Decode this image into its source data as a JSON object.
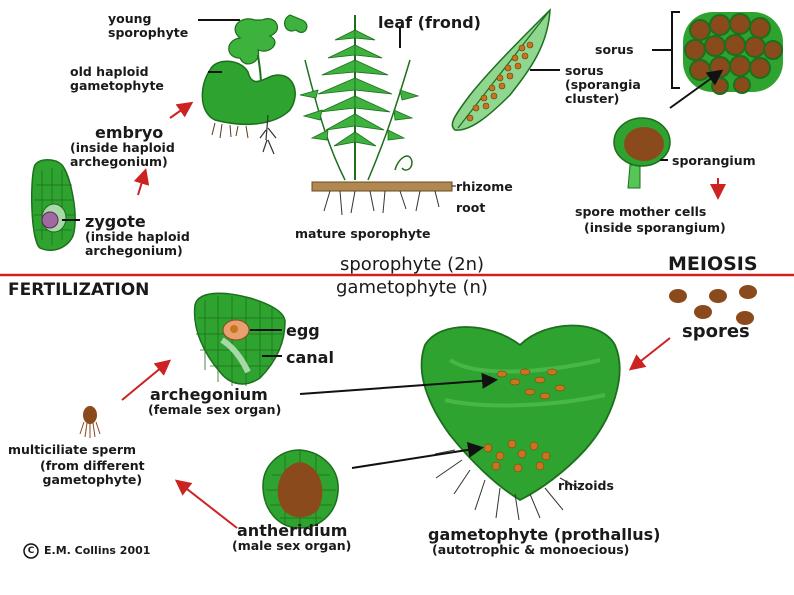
{
  "labels": {
    "young_sporophyte": "young\nsporophyte",
    "old_haploid_gametophyte": "old haploid\ngametophyte",
    "embryo": "embryo",
    "embryo_sub": "(inside haploid\narchegonium)",
    "zygote": "zygote",
    "zygote_sub": "(inside haploid\narchegonium)",
    "leaf_frond": "leaf (frond)",
    "sorus_top": "sorus",
    "sorus_cluster": "sorus\n(sporangia\ncluster)",
    "sporangium": "sporangium",
    "spore_mother_cells": "spore mother cells",
    "spore_mother_cells_sub": "(inside sporangium)",
    "rhizome": "rhizome",
    "root": "root",
    "mature_sporophyte": "mature sporophyte",
    "sporophyte_2n": "sporophyte (2n)",
    "gametophyte_n": "gametophyte (n)",
    "meiosis": "MEIOSIS",
    "fertilization": "FERTILIZATION",
    "egg": "egg",
    "canal": "canal",
    "archegonium": "archegonium",
    "archegonium_sub": "(female sex organ)",
    "spores": "spores",
    "multiciliate_sperm": "multiciliate sperm",
    "sperm_sub": "(from different\ngametophyte)",
    "rhizoids": "rhizoids",
    "antheridium": "antheridium",
    "antheridium_sub": "(male sex organ)",
    "gametophyte_prothallus": "gametophyte (prothallus)",
    "gametophyte_sub": "(autotrophic & monoecious)",
    "copyright": "E.M. Collins 2001",
    "copyright_symbol": "C"
  },
  "colors": {
    "green": "#2fa32f",
    "dark_green": "#1d6e1d",
    "light_green": "#58c558",
    "brown": "#8b4a1c",
    "orange": "#c9741e",
    "divider": "#cc2222",
    "arrow": "#cc2222"
  }
}
